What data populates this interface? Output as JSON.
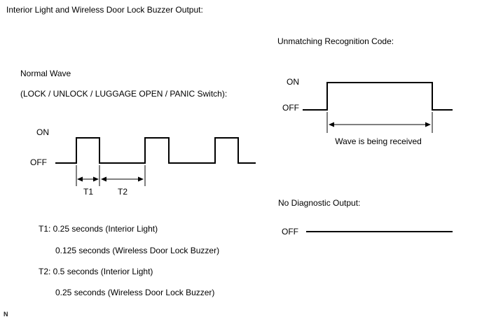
{
  "page": {
    "background_color": "#ffffff",
    "line_color": "#000000"
  },
  "title": "Interior Light and Wireless Door Lock Buzzer Output:",
  "normal_wave": {
    "heading": "Normal Wave",
    "subheading": "(LOCK / UNLOCK / LUGGAGE OPEN / PANIC Switch):",
    "on_label": "ON",
    "off_label": "OFF",
    "t1_label": "T1",
    "t2_label": "T2",
    "waveform": {
      "type": "pulse-train",
      "levels": [
        "OFF",
        "ON"
      ],
      "pulse_count": 3,
      "t1_measures": "pulse ON width",
      "t2_measures": "OFF gap between pulses"
    },
    "notes": [
      "T1: 0.25 seconds (Interior Light)",
      "0.125 seconds (Wireless Door Lock Buzzer)",
      "T2: 0.5 seconds (Interior Light)",
      "0.25 seconds (Wireless Door Lock Buzzer)"
    ]
  },
  "unmatching_code": {
    "heading": "Unmatching Recognition Code:",
    "on_label": "ON",
    "off_label": "OFF",
    "waveform": {
      "type": "single-pulse",
      "levels": [
        "OFF",
        "ON"
      ],
      "pulse_count": 1
    },
    "caption": "Wave is being received"
  },
  "no_diagnostic": {
    "heading": "No Diagnostic Output:",
    "off_label": "OFF",
    "waveform": {
      "type": "flat-line",
      "levels": [
        "OFF"
      ]
    }
  },
  "footnote": "N"
}
